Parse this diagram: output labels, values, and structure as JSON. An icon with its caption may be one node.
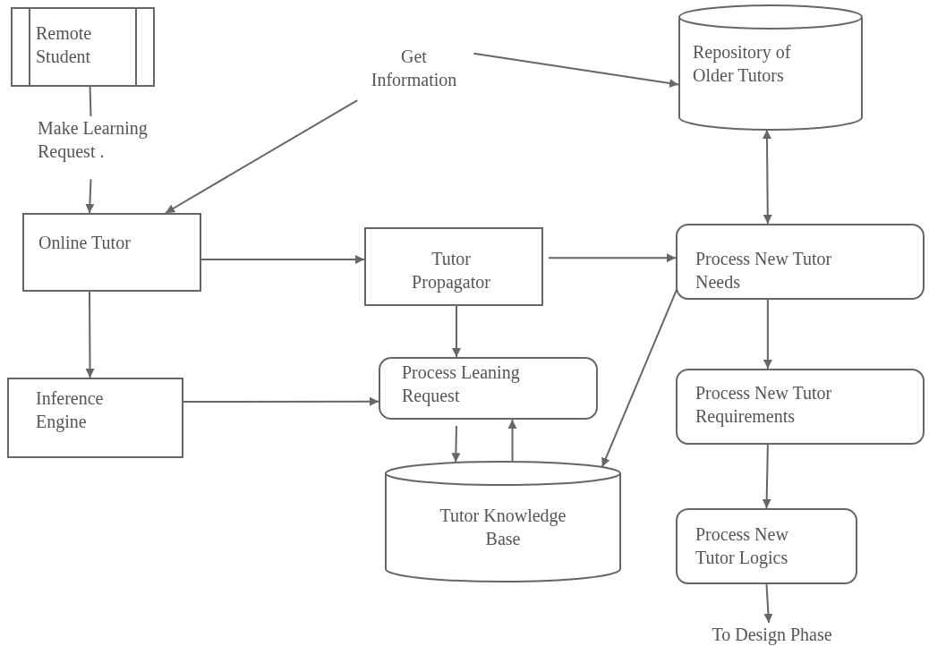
{
  "diagram": {
    "nodes": [
      {
        "text": [
          "Remote Student"
        ]
      },
      {
        "text": [
          "Make Learning Request ."
        ]
      },
      {
        "text": [
          "Online Tutor"
        ]
      },
      {
        "text": [
          "Get Information"
        ]
      },
      {
        "text": [
          "Repository of Older Tutors"
        ]
      },
      {
        "text": [
          "Tutor Propagator"
        ]
      },
      {
        "text": [
          "Process New Tutor Needs"
        ]
      },
      {
        "text": [
          "Inference Engine"
        ]
      },
      {
        "text": [
          "Process Leaning Request"
        ]
      },
      {
        "text": [
          "Tutor Knowledge Base"
        ]
      },
      {
        "text": [
          "Process New Tutor Requirements"
        ]
      },
      {
        "text": [
          "Process New Tutor Logics"
        ]
      },
      {
        "text": [
          "To Design Phase"
        ]
      }
    ],
    "edges": [
      {
        "from": 0,
        "to": 1,
        "arrow": "none"
      },
      {
        "from": 1,
        "to": 2,
        "arrow": "to"
      },
      {
        "from": 3,
        "to": 2,
        "arrow": "to"
      },
      {
        "from": 3,
        "to": 4,
        "arrow": "to"
      },
      {
        "from": 4,
        "to": 6,
        "arrow": "both"
      },
      {
        "from": 2,
        "to": 5,
        "arrow": "to"
      },
      {
        "from": 5,
        "to": 6,
        "arrow": "to"
      },
      {
        "from": 2,
        "to": 7,
        "arrow": "to"
      },
      {
        "from": 5,
        "to": 8,
        "arrow": "to"
      },
      {
        "from": 7,
        "to": 8,
        "arrow": "to"
      },
      {
        "from": 8,
        "to": 9,
        "arrow": "to"
      },
      {
        "from": 9,
        "to": 8,
        "arrow": "to"
      },
      {
        "from": 6,
        "to": 9,
        "arrow": "to"
      },
      {
        "from": 6,
        "to": 10,
        "arrow": "to"
      },
      {
        "from": 10,
        "to": 11,
        "arrow": "to"
      },
      {
        "from": 11,
        "to": 12,
        "arrow": "to"
      }
    ]
  }
}
